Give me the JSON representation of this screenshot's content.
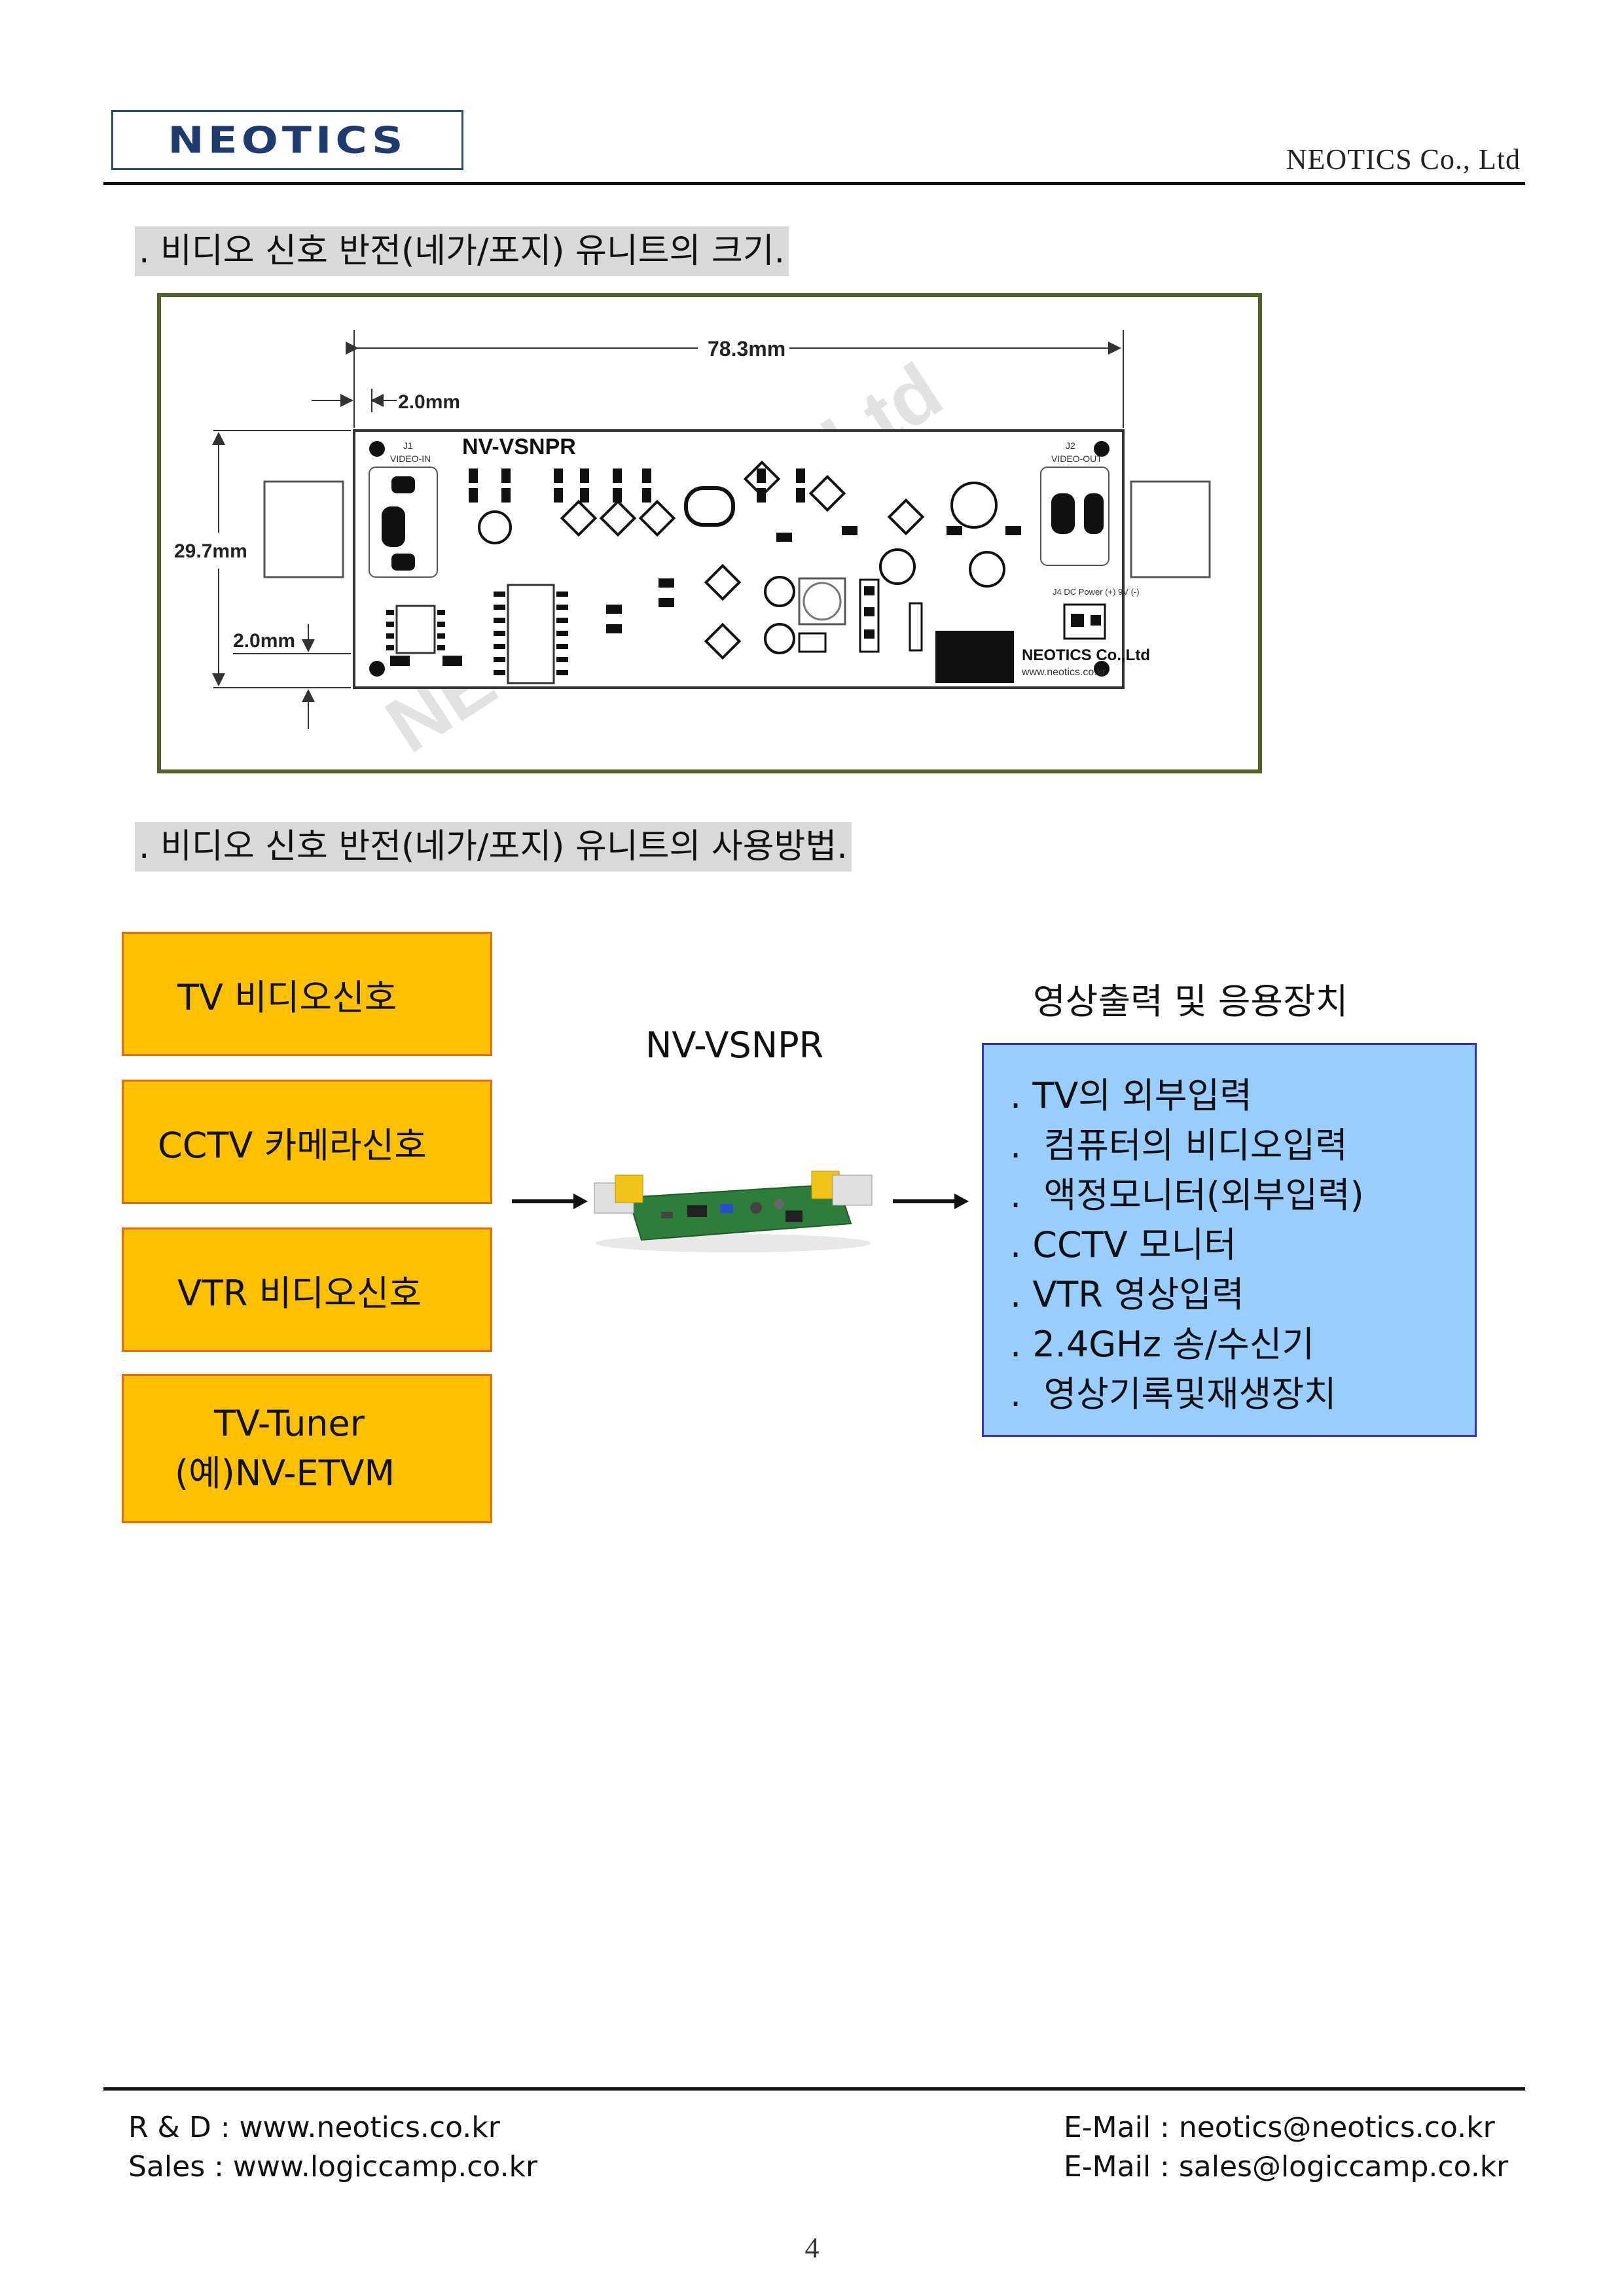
{
  "header": {
    "logo_text": "NEOTICS",
    "company": "NEOTICS Co., Ltd"
  },
  "section1": {
    "title": ". 비디오 신호 반전(네가/포지) 유니트의 크기."
  },
  "pcb": {
    "dim_width": "78.3mm",
    "dim_margin_top": "2.0mm",
    "dim_height": "29.7mm",
    "dim_margin_bottom": "2.0mm",
    "board_name": "NV-VSNPR",
    "j1_label": "J1",
    "j1_sub": "VIDEO-IN",
    "j2_label": "J2",
    "j2_sub": "VIDEO-OUT",
    "power_label": "J4 DC Power (+) 9V (-)",
    "maker": "NEOTICS Co.,Ltd",
    "website": "www.neotics.co.kr",
    "watermark": "NEOTICS Co.,Ltd"
  },
  "section2": {
    "title": ". 비디오 신호 반전(네가/포지) 유니트의 사용방법."
  },
  "usage": {
    "sources": [
      "TV 비디오신호",
      "CCTV 카메라신호",
      "VTR 비디오신호",
      "TV-Tuner",
      "(예)NV-ETVM"
    ],
    "device_label": "NV-VSNPR",
    "output_title": "영상출력 및 응용장치",
    "outputs": [
      ". TV의 외부입력",
      ".  컴퓨터의 비디오입력",
      ".  액정모니터(외부입력)",
      ". CCTV 모니터",
      ". VTR 영상입력",
      ". 2.4GHz 송/수신기",
      ".  영상기록및재생장치"
    ]
  },
  "footer": {
    "rd": "R & D : www.neotics.co.kr",
    "sales": "Sales : www.logiccamp.co.kr",
    "email1": "E-Mail : neotics@neotics.co.kr",
    "email2": "E-Mail : sales@logiccamp.co.kr",
    "page": "4"
  }
}
